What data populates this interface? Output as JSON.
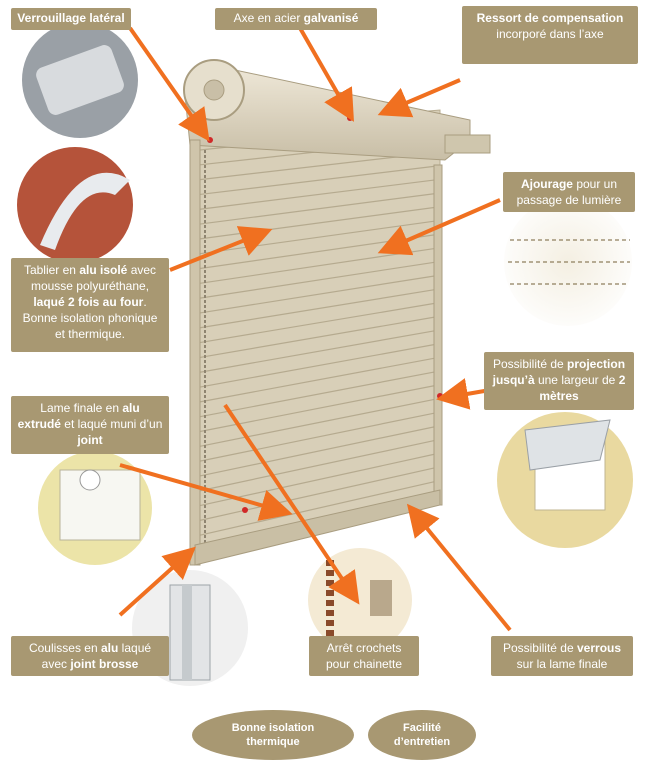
{
  "callouts": {
    "verrouillage": {
      "bold": "Verrouillage latéral"
    },
    "axe": {
      "pre": "Axe en acier ",
      "bold": "galvanisé"
    },
    "ressort": {
      "bold": "Ressort de compensation",
      "post": " incorporé dans l’axe"
    },
    "ajourage": {
      "bold": "Ajourage",
      "post": " pour un passage de lumière"
    },
    "tablier": {
      "pre": "Tablier en ",
      "bold1": "alu isolé",
      "mid1": " avec mousse polyuréthane, ",
      "bold2": "laqué 2 fois au four",
      "post": ". Bonne isolation phonique et thermique."
    },
    "projection": {
      "pre": "Possibilité de ",
      "bold1": "projection jusqu’à",
      "mid": " une largeur de ",
      "bold2": "2 mètres"
    },
    "lame": {
      "pre": "Lame finale en ",
      "bold1": "alu extrudé",
      "mid": " et laqué muni d’un ",
      "bold2": "joint"
    },
    "coulisses": {
      "pre": "Coulisses en ",
      "bold1": "alu",
      "mid": " laqué avec ",
      "bold2": "joint brosse"
    },
    "arret": {
      "text": "Arrêt crochets pour chainette"
    },
    "verrous": {
      "pre": "Possibilité de ",
      "bold": "verrous",
      "post": " sur la lame finale"
    }
  },
  "badges": {
    "isolation": "Bonne isolation thermique",
    "entretien": "Facilité d’entretien"
  },
  "colors": {
    "label_bg": "#a89872",
    "arrow": "#f07020",
    "shutter": "#d8cfb8"
  }
}
